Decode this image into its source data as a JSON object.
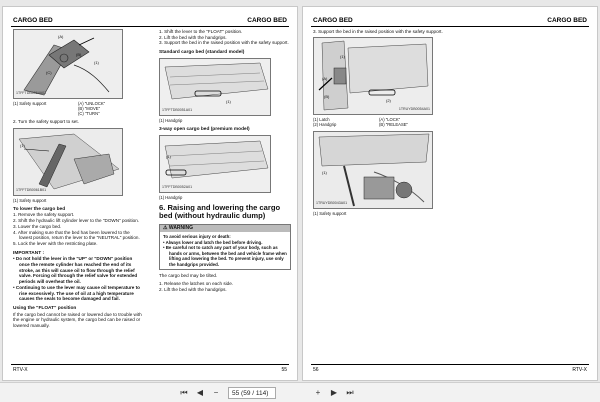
{
  "left_page": {
    "header_left": "CARGO BED",
    "header_right": "CARGO BED",
    "footer_left": "RTV-X",
    "footer_right": "55",
    "fig1": {
      "id": "1TFFTDB0064A01",
      "labels": [
        "(A)",
        "(B)",
        "(C)",
        "(1)"
      ],
      "caption_left": "(1)  Safety support",
      "caption_right": [
        "(A)  \"UNLOCK\"",
        "(B)  \"MOVE\"",
        "(C)  \"TURN\""
      ]
    },
    "step2": "2.  Turn the safety support to set.",
    "fig2": {
      "id": "1TFFTDB0061B01",
      "labels": [
        "(1)"
      ],
      "caption": "(1)  Safety support"
    },
    "lower_heading": "To lower the cargo bed",
    "lower_steps": [
      "1.  Remove the safety support.",
      "2.  Shift the hydraulic lift cylinder lever to the \"DOWN\" position.",
      "3.  Lower the cargo bed.",
      "4.  After making sure that the bed has been lowered to the lowest position, return the lever to the \"NEUTRAL\" position.",
      "5.  Lock the lever with the restricting plate."
    ],
    "important_title": "IMPORTANT :",
    "important_items": [
      "•  Do not hold the lever in the \"UP\" or \"DOWN\" position once the remote cylinder has reached the end of its stroke, as this will cause oil to flow through the relief valve. Forcing oil through the relief valve for extended periods will overheat the oil.",
      "•  Continuing to use the lever may cause oil temperature to rise excessively. The use of oil at a high temperature causes the seals to become damaged and fail."
    ],
    "float_heading": "Using the \"FLOAT\" position",
    "float_text": "If the cargo bed cannot be raised or lowered due to trouble with the engine or hydraulic system, the cargo bed can be raised or lowered manually."
  },
  "middle_column": {
    "steps": [
      "1.  Shift the lever to the \"FLOAT\" position.",
      "2.  Lift the bed with the handgrips.",
      "3.  Support the bed in the raised position with the safety support."
    ],
    "std_heading": "Standard cargo bed (standard model)",
    "fig3": {
      "id": "1TFFTDB0051A01",
      "labels": [
        "(1)"
      ],
      "caption": "(1)  Handgrip"
    },
    "premium_heading": "3-way open cargo bed (premium model)",
    "fig4": {
      "id": "1TFFTDB0052A01",
      "labels": [
        "(1)"
      ],
      "caption": "(1)  Handgrip"
    },
    "section_title": "6. Raising and lowering the cargo bed (without hydraulic dump)",
    "warning_title": "WARNING",
    "warning_intro": "To avoid serious injury or death:",
    "warning_items": [
      "•  Always lower and latch the bed before driving.",
      "•  Be careful not to catch any part of your body, such as hands or arms, between the bed and vehicle frame when lifting and lowering the bed. To prevent injury, use only the handgrips provided."
    ],
    "tilt_text": "The cargo bed may be tilted.",
    "tilt_steps": [
      "1.  Release the latches on each side.",
      "2.  Lift the bed with the handgrips."
    ]
  },
  "right_page": {
    "header_left": "CARGO BED",
    "header_right": "CARGO BED",
    "footer_left": "56",
    "footer_right": "RTV-X",
    "step3": "3.  Support the bed in the raised position with the safety support.",
    "fig5": {
      "id": "1TRUYDB0054A01",
      "labels": [
        "(1)",
        "(2)",
        "(A)",
        "(B)"
      ],
      "caption_left": [
        "(1)  Latch",
        "(2)  Handgrip"
      ],
      "caption_right": [
        "(A)  \"LOCK\"",
        "(B)  \"RELEASE\""
      ]
    },
    "fig6": {
      "id": "1TRUYDB0043A01",
      "labels": [
        "(1)"
      ],
      "caption": "(1)  Safety support"
    }
  },
  "toolbar": {
    "page_input": "55 (59 / 114)",
    "page_total": "114",
    "icons": [
      "first-page-icon",
      "prev-page-icon",
      "next-page-icon",
      "last-page-icon",
      "zoom-out-icon",
      "zoom-in-icon"
    ]
  }
}
